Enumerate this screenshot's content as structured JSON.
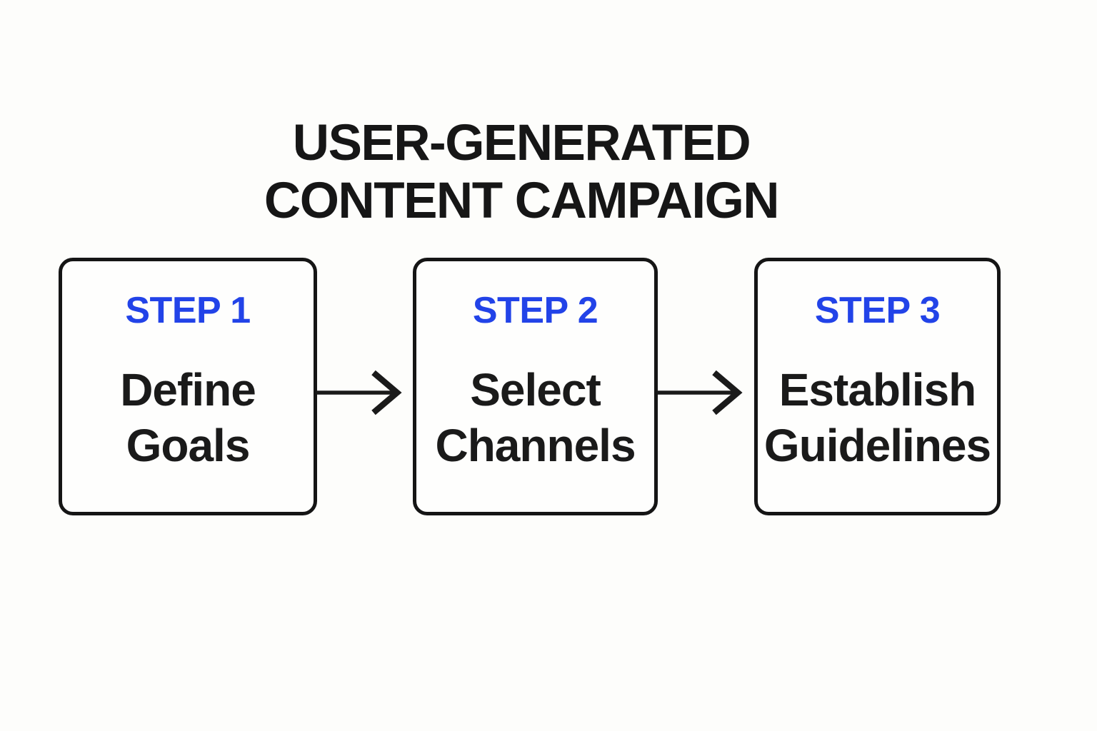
{
  "title": {
    "text": "USER-GENERATED CONTENT CAMPAIGN",
    "lines": [
      "USER-GENERATED",
      "CONTENT CAMPAIGN"
    ]
  },
  "steps": [
    {
      "label": "STEP 1",
      "title": "Define Goals",
      "title_lines": [
        "Define",
        "Goals"
      ]
    },
    {
      "label": "STEP 2",
      "title": "Select Channels",
      "title_lines": [
        "Select",
        "Channels"
      ]
    },
    {
      "label": "STEP 3",
      "title": "Establish Guidelines",
      "title_lines": [
        "Establish",
        "Guidelines"
      ]
    }
  ],
  "connectors": [
    {
      "name": "arrow-step1-to-step2",
      "direction": "right"
    },
    {
      "name": "arrow-step2-to-step3",
      "direction": "right"
    }
  ],
  "colors": {
    "background": "#fdfdfb",
    "title_text": "#161616",
    "step_label_blue": "#2243e8",
    "step_title_text": "#1a1a1a",
    "box_border": "#151515",
    "arrow": "#1a1a1a"
  }
}
